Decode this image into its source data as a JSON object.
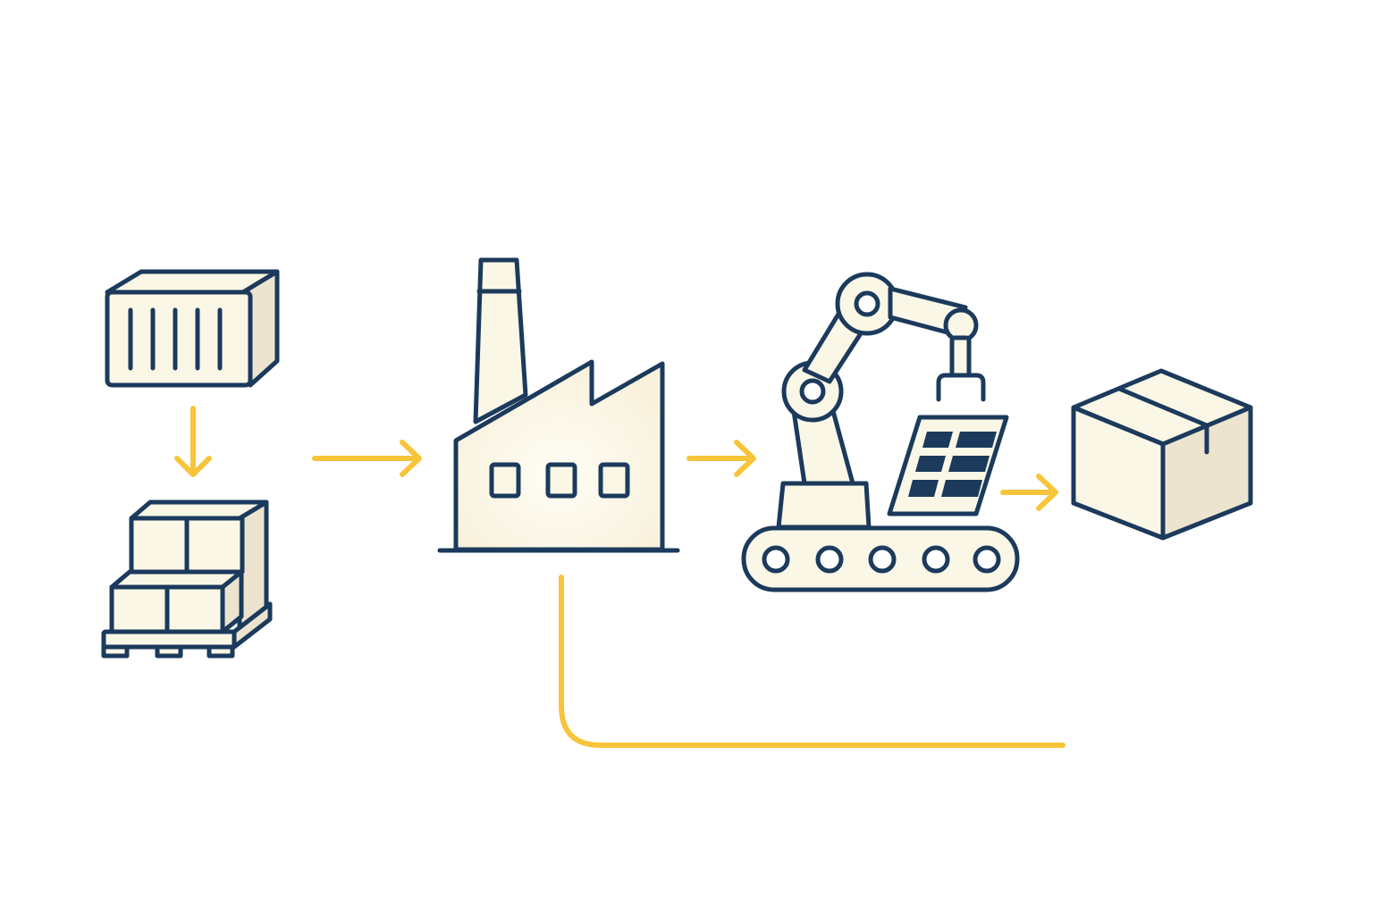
{
  "diagram": {
    "steps": [
      {
        "id": "shipping-container",
        "icon": "shipping-container-icon"
      },
      {
        "id": "palletized-boxes",
        "icon": "pallet-boxes-icon"
      },
      {
        "id": "factory",
        "icon": "factory-icon"
      },
      {
        "id": "robotic-assembly",
        "icon": "robot-arm-solar-panel-icon"
      },
      {
        "id": "finished-package",
        "icon": "package-box-icon"
      }
    ],
    "colors": {
      "outline": "#1b3a5c",
      "fill": "#fbf7e6",
      "shade": "#ece4cf",
      "flow": "#f7c53a",
      "panel": "#1b3a5c"
    }
  }
}
